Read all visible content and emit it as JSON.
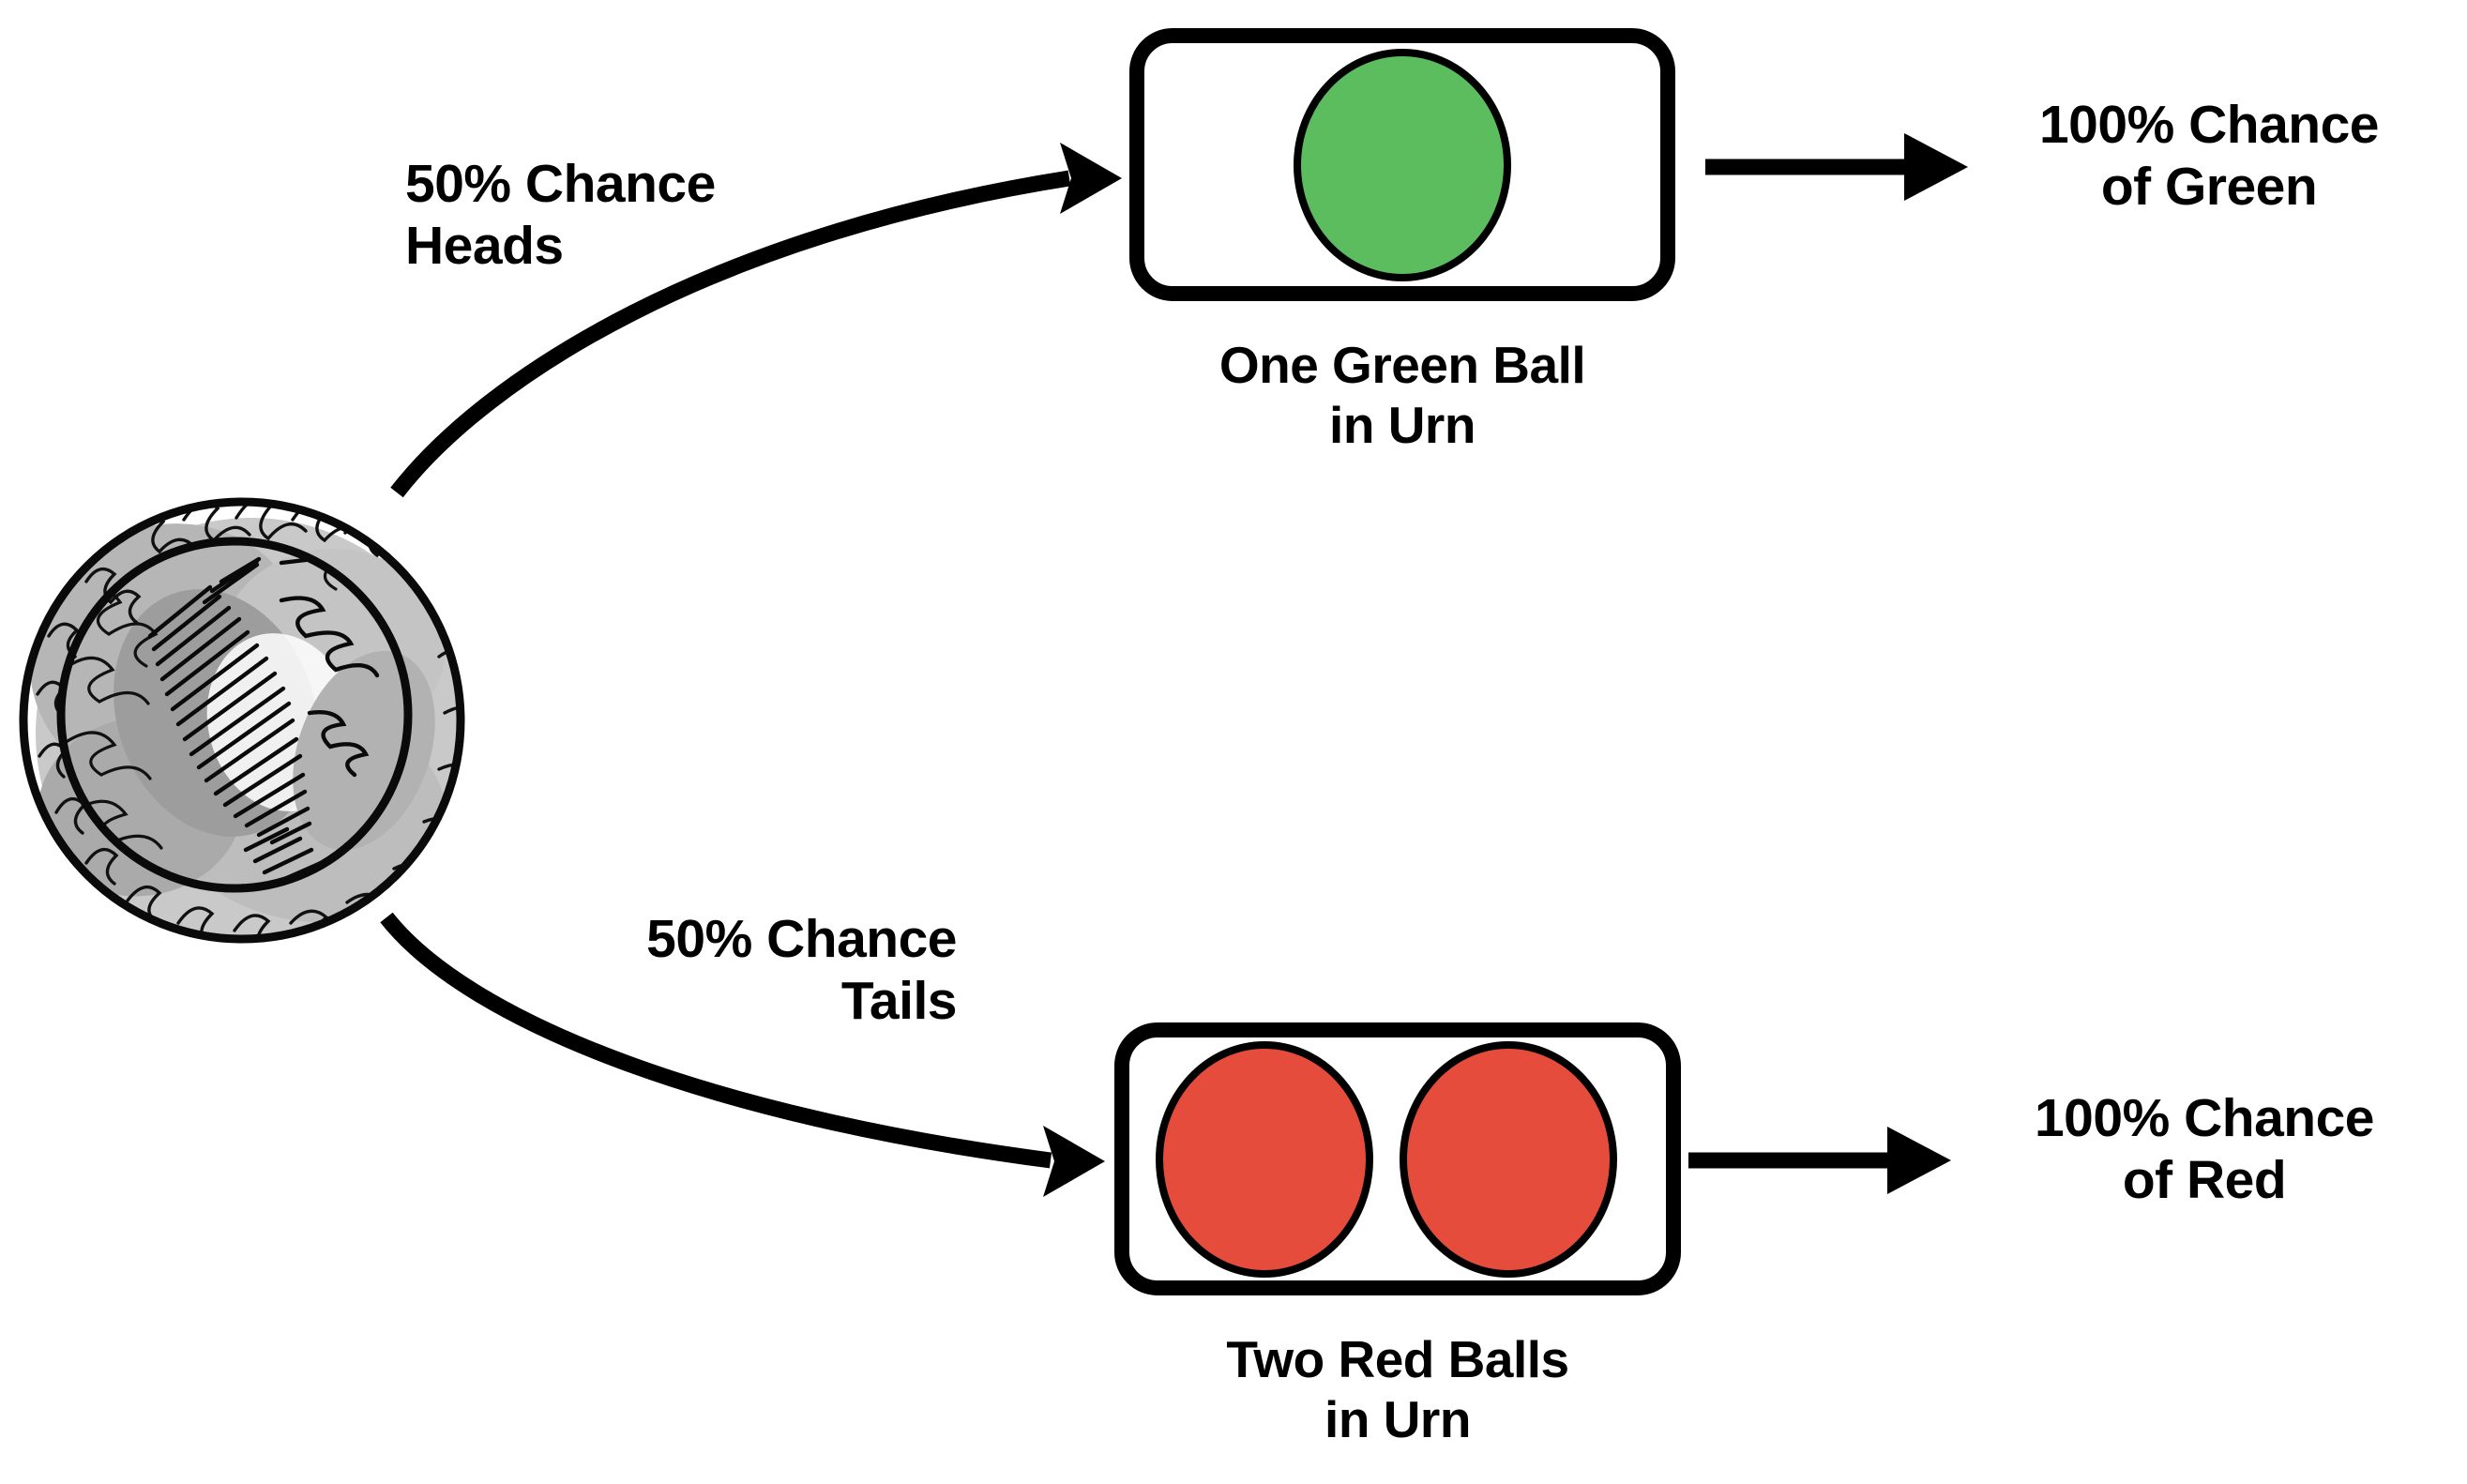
{
  "diagram": {
    "title": "Coin flip to urn composition tree",
    "colors": {
      "green_ball": "#5CBD5E",
      "red_ball": "#E54C3C",
      "stroke": "#000000",
      "background": "#FFFFFF",
      "coin_light_gray": "#C9C9C9",
      "coin_mid_gray": "#AFAFAF",
      "coin_dark_gray": "#8E8E8E"
    },
    "source": {
      "name": "coin-sketch",
      "icon": "coin-icon",
      "alt": "Hand-drawn sketch of a coin"
    },
    "branches": [
      {
        "id": "heads",
        "label": "50% Chance\nHeads",
        "probability": "50%",
        "outcome_side": "Heads",
        "urn": {
          "caption": "One Green Ball\nin Urn",
          "balls": [
            {
              "color_name": "green",
              "color": "#5CBD5E"
            }
          ]
        },
        "result": "100% Chance\nof Green"
      },
      {
        "id": "tails",
        "label": "50% Chance\nTails",
        "probability": "50%",
        "outcome_side": "Tails",
        "urn": {
          "caption": "Two Red Balls\nin Urn",
          "balls": [
            {
              "color_name": "red",
              "color": "#E54C3C"
            },
            {
              "color_name": "red",
              "color": "#E54C3C"
            }
          ]
        },
        "result": "100% Chance\nof Red"
      }
    ]
  }
}
